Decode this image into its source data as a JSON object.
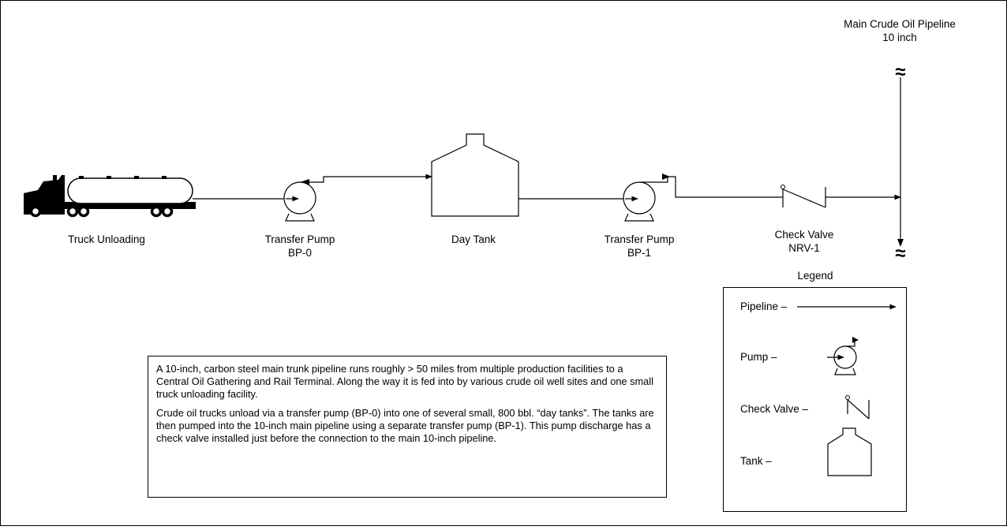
{
  "pipeline": {
    "title": "Main Crude Oil Pipeline",
    "size": "10 inch",
    "break_symbol": "≈"
  },
  "components": {
    "truck": {
      "label": "Truck Unloading",
      "icon": "tanker-truck-icon"
    },
    "pump0": {
      "label": "Transfer Pump",
      "id": "BP-0",
      "icon": "pump-icon"
    },
    "tank": {
      "label": "Day Tank",
      "icon": "tank-icon"
    },
    "pump1": {
      "label": "Transfer Pump",
      "id": "BP-1",
      "icon": "pump-icon"
    },
    "valve": {
      "label": "Check Valve",
      "id": "NRV-1",
      "icon": "check-valve-icon"
    }
  },
  "legend": {
    "title": "Legend",
    "pipeline": "Pipeline –",
    "pump": "Pump –",
    "check_valve": "Check Valve –",
    "tank": "Tank –"
  },
  "description": {
    "p1": "A 10-inch, carbon steel main trunk pipeline runs roughly > 50 miles from multiple production facilities to a Central Oil Gathering and Rail Terminal.  Along the way it is fed into by various crude oil well sites and one small truck unloading facility.",
    "p2": "Crude oil trucks unload via a transfer pump (BP-0) into one of several small, 800 bbl. “day tanks”.  The tanks are then pumped into the 10-inch main pipeline using a separate transfer pump (BP-1).  This pump discharge has a check valve installed just before the connection to the main 10-inch pipeline."
  }
}
